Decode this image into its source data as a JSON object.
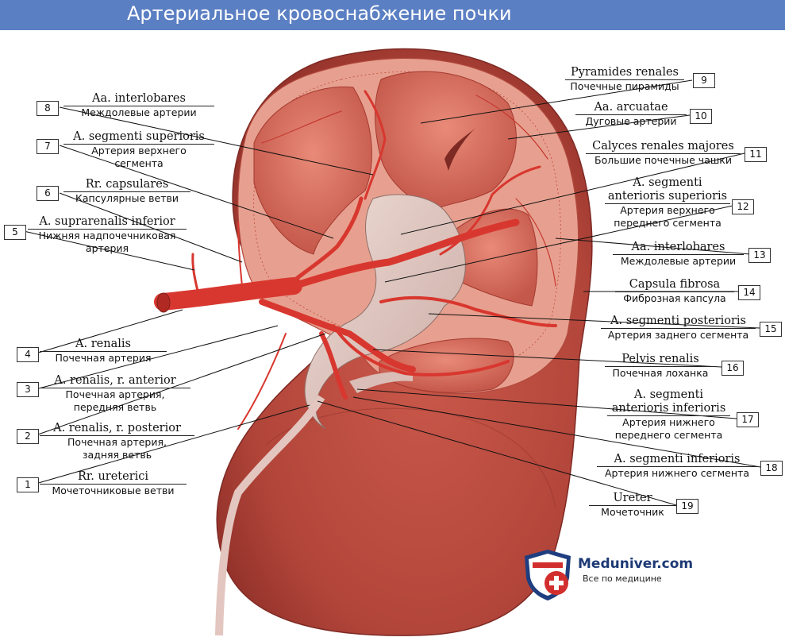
{
  "title": "Артериальное кровоснабжение почки",
  "colors": {
    "banner": "#5b7fc3",
    "kidney": "#b94a3c",
    "artery": "#d8372f",
    "pelvis": "#ddc3bd"
  },
  "labels": [
    {
      "num": "1",
      "latin": "Rr. ureterici",
      "russian": "Мочеточниковые ветви"
    },
    {
      "num": "2",
      "latin": "A. renalis, r. posterior",
      "russian": "Почечная артерия,",
      "russian2": "задняя ветвь"
    },
    {
      "num": "3",
      "latin": "A. renalis, r. anterior",
      "russian": "Почечная артерия,",
      "russian2": "передняя ветвь"
    },
    {
      "num": "4",
      "latin": "A. renalis",
      "russian": "Почечная артерия"
    },
    {
      "num": "5",
      "latin": "A. suprarenalis inferior",
      "russian": "Нижняя надпочечниковая",
      "russian2": "артерия"
    },
    {
      "num": "6",
      "latin": "Rr. capsulares",
      "russian": "Капсулярные ветви"
    },
    {
      "num": "7",
      "latin": "A. segmenti superioris",
      "russian": "Артерия верхнего",
      "russian2": "сегмента"
    },
    {
      "num": "8",
      "latin": "Aa. interlobares",
      "russian": "Междолевые артерии"
    },
    {
      "num": "9",
      "latin": "Pyramides renales",
      "russian": "Почечные пирамиды"
    },
    {
      "num": "10",
      "latin": "Aa. arcuatae",
      "russian": "Дуговые артерии"
    },
    {
      "num": "11",
      "latin": "Calyces renales majores",
      "russian": "Большие почечные чашки"
    },
    {
      "num": "12",
      "latin": "A. segmenti",
      "latin2": "anterioris superioris",
      "russian": "Артерия верхнего",
      "russian2": "переднего сегмента"
    },
    {
      "num": "13",
      "latin": "Aa. interlobares",
      "russian": "Междолевые артерии"
    },
    {
      "num": "14",
      "latin": "Capsula fibrosa",
      "russian": "Фиброзная капсула"
    },
    {
      "num": "15",
      "latin": "A. segmenti posterioris",
      "russian": "Артерия заднего сегмента"
    },
    {
      "num": "16",
      "latin": "Pelvis renalis",
      "russian": "Почечная лоханка"
    },
    {
      "num": "17",
      "latin": "A. segmenti",
      "latin2": "anterioris inferioris",
      "russian": "Артерия нижнего",
      "russian2": "переднего сегмента"
    },
    {
      "num": "18",
      "latin": "A. segmenti inferioris",
      "russian": "Артерия нижнего сегмента"
    },
    {
      "num": "19",
      "latin": "Ureter",
      "russian": "Мочеточник"
    }
  ],
  "logo": {
    "name": "Meduniver.com",
    "tagline": "Все по медицине"
  }
}
